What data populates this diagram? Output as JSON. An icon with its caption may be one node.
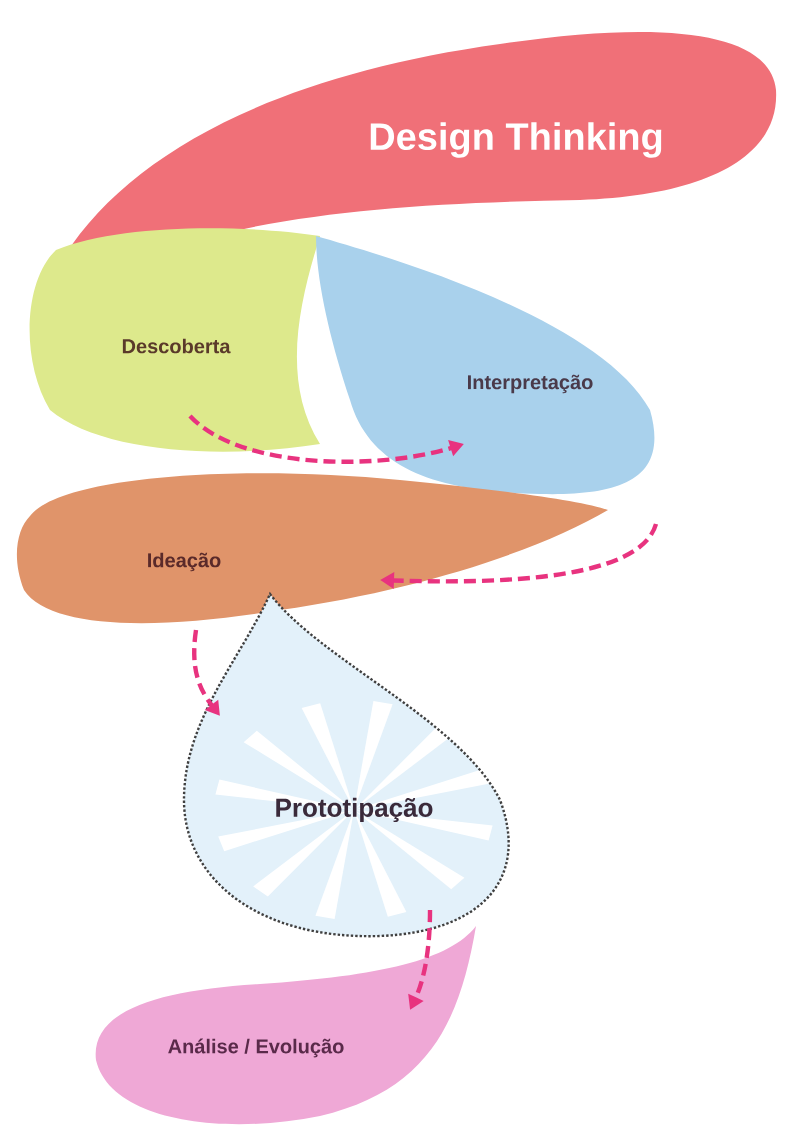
{
  "diagram": {
    "nodes": [
      {
        "text": [
          "Design Thinking"
        ]
      },
      {
        "text": [
          "Descoberta"
        ]
      },
      {
        "text": [
          "Interpretação"
        ]
      },
      {
        "text": [
          "Ideação"
        ]
      },
      {
        "text": [
          "Prototipação"
        ]
      },
      {
        "text": [
          "Análise / Evolução"
        ]
      }
    ],
    "edges": [
      {
        "from": 1,
        "to": 2,
        "arrow": "to",
        "style": "dashed",
        "color": "#e8337f"
      },
      {
        "from": 2,
        "to": 3,
        "arrow": "to",
        "style": "dashed",
        "color": "#e8337f"
      },
      {
        "from": 3,
        "to": 4,
        "arrow": "to",
        "style": "dashed",
        "color": "#e8337f"
      },
      {
        "from": 4,
        "to": 5,
        "arrow": "to",
        "style": "dashed",
        "color": "#e8337f"
      }
    ]
  }
}
